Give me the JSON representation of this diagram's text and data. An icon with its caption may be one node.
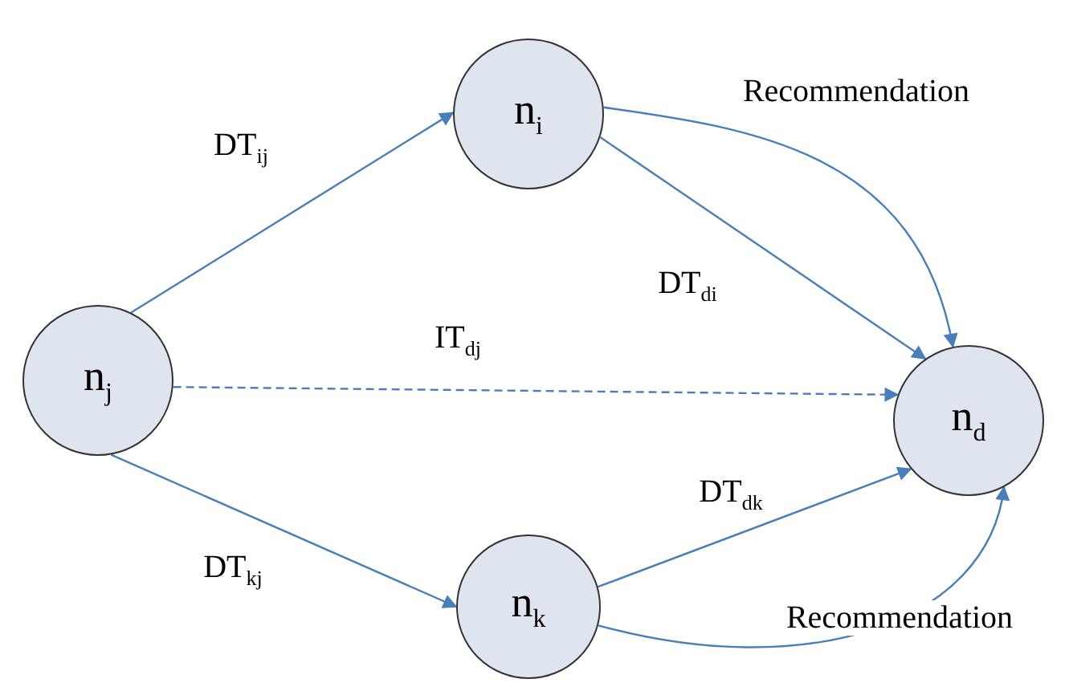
{
  "diagram": {
    "nodes": [
      {
        "text": [
          "n$_{i}$"
        ]
      },
      {
        "text": [
          "n$_{j}$"
        ]
      },
      {
        "text": [
          "n$_{d}$"
        ]
      },
      {
        "text": [
          "n$_{k}$"
        ]
      }
    ],
    "edges": [
      {
        "from": 1,
        "to": 0,
        "arrow": "to",
        "label": "DT$_{ij}$"
      },
      {
        "from": 0,
        "to": 2,
        "arrow": "to",
        "label": "Recommendation"
      },
      {
        "from": 0,
        "to": 2,
        "arrow": "to",
        "label": "DT$_{di}$"
      },
      {
        "from": 1,
        "to": 2,
        "arrow": "to",
        "label": "IT$_{dj}$",
        "style": "dashed"
      },
      {
        "from": 1,
        "to": 3,
        "arrow": "to",
        "label": "DT$_{kj}$"
      },
      {
        "from": 3,
        "to": 2,
        "arrow": "to",
        "label": "DT$_{dk}$"
      },
      {
        "from": 3,
        "to": 2,
        "arrow": "to",
        "label": "Recommendation"
      }
    ]
  }
}
